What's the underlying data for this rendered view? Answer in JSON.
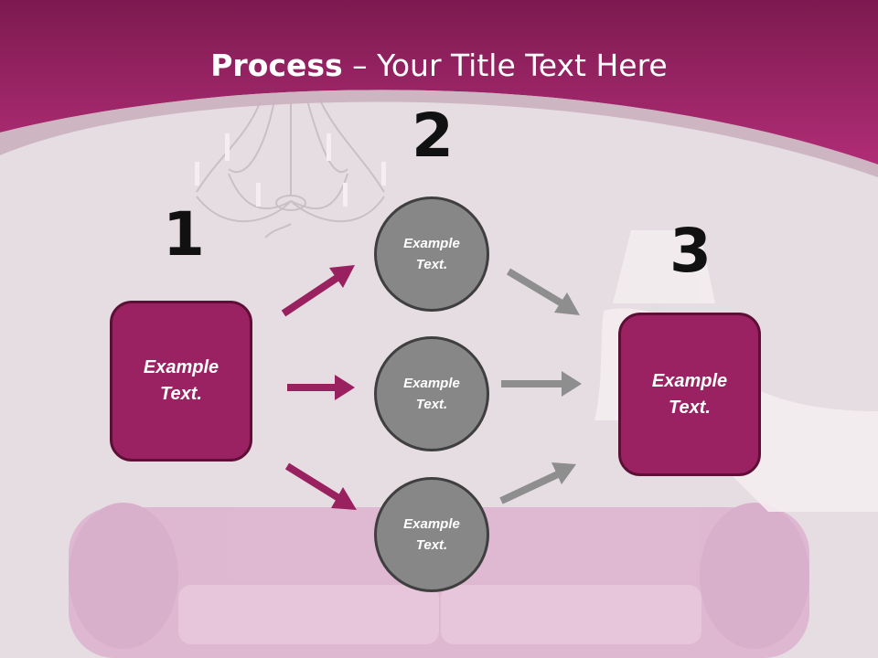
{
  "title": {
    "bold": "Process",
    "rest": " – Your Title Text Here"
  },
  "steps": [
    {
      "number": "1",
      "text": "Example Text."
    },
    {
      "number": "2",
      "circles": [
        "Example Text.",
        "Example Text.",
        "Example Text."
      ]
    },
    {
      "number": "3",
      "text": "Example Text."
    }
  ],
  "colors": {
    "header": "#a32468",
    "box_fill": "#9b2262",
    "box_border": "#5e0f36",
    "circle_fill": "#878787",
    "circle_border": "#3f3f3f",
    "arrow_magenta": "#9a2160",
    "arrow_gray": "#8e8e8e"
  }
}
